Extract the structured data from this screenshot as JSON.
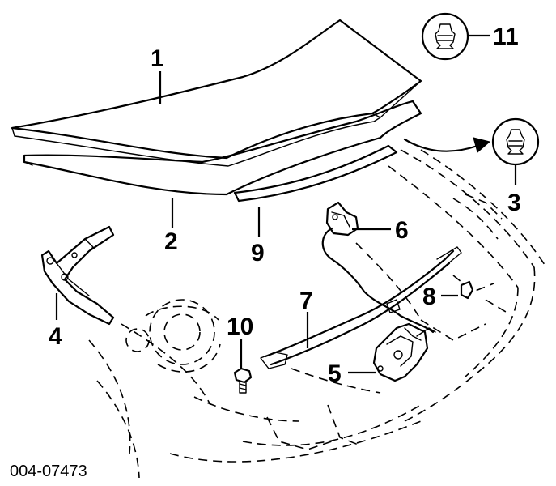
{
  "callouts": {
    "c1": "1",
    "c2": "2",
    "c3": "3",
    "c4": "4",
    "c5": "5",
    "c6": "6",
    "c7": "7",
    "c8": "8",
    "c9": "9",
    "c10": "10",
    "c11": "11"
  },
  "diagram_code": "004-07473"
}
